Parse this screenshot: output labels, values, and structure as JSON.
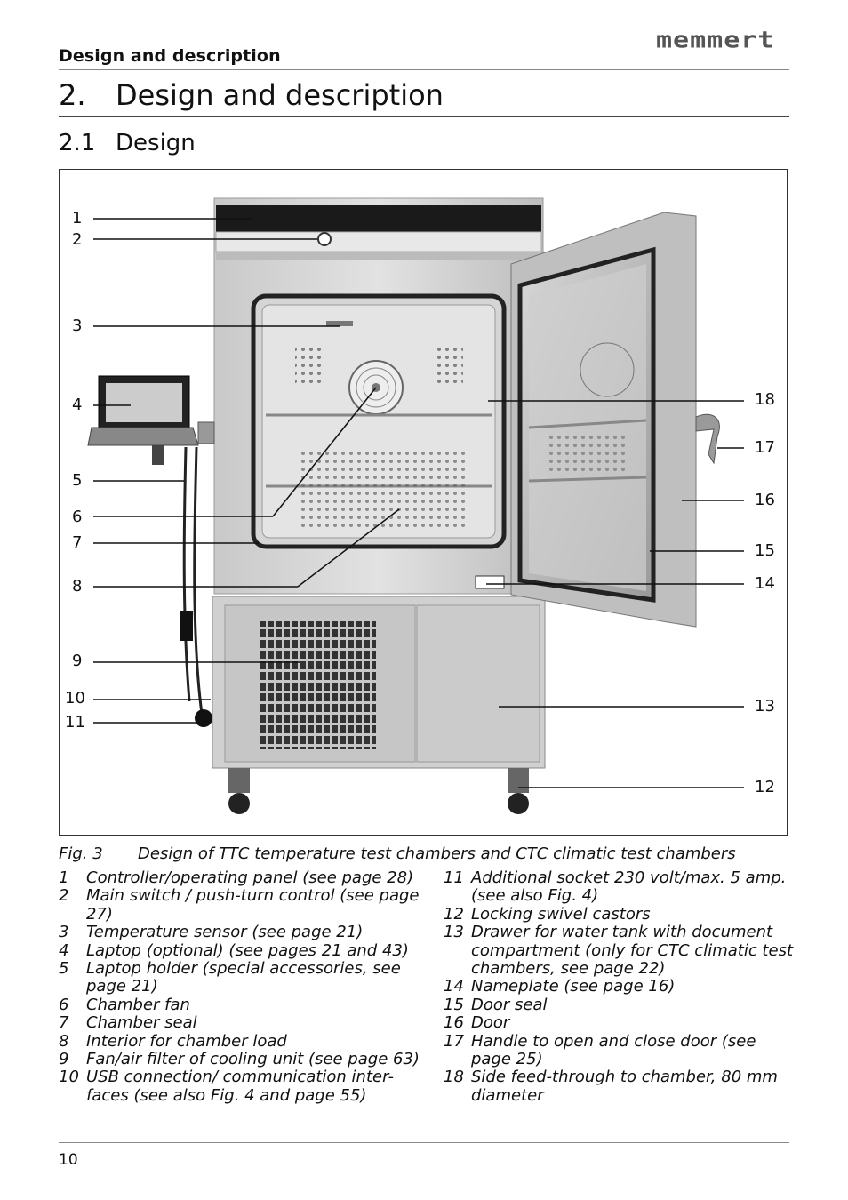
{
  "header": {
    "section_label": "Design and description",
    "brand": "memmert"
  },
  "chapter": {
    "number": "2.",
    "title": "Design and description"
  },
  "section": {
    "number": "2.1",
    "title": "Design"
  },
  "figure": {
    "callouts_left": [
      "1",
      "2",
      "3",
      "4",
      "5",
      "6",
      "7",
      "8",
      "9",
      "10",
      "11"
    ],
    "callouts_right": [
      "18",
      "17",
      "16",
      "15",
      "14",
      "13",
      "12"
    ]
  },
  "caption": {
    "label": "Fig. 3",
    "text": "Design of TTC temperature test chambers and CTC climatic test chambers"
  },
  "legend_left": [
    {
      "num": "1",
      "text": "Controller/operating panel (see page 28)"
    },
    {
      "num": "2",
      "text": "Main switch / push-turn control (see page 27)"
    },
    {
      "num": "3",
      "text": "Temperature sensor (see page 21)"
    },
    {
      "num": "4",
      "text": "Laptop (optional) (see pages 21 and 43)"
    },
    {
      "num": "5",
      "text": "Laptop holder (special accessories, see page 21)"
    },
    {
      "num": "6",
      "text": "Chamber fan"
    },
    {
      "num": "7",
      "text": "Chamber seal"
    },
    {
      "num": "8",
      "text": "Interior for chamber load"
    },
    {
      "num": "9",
      "text": "Fan/air filter of cooling unit (see page 63)"
    },
    {
      "num": "10",
      "text": "USB connection/ communication inter-faces (see also Fig. 4 and page 55)"
    }
  ],
  "legend_right": [
    {
      "num": "11",
      "text": "Additional socket 230 volt/max. 5 amp. (see also Fig. 4)"
    },
    {
      "num": "12",
      "text": "Locking swivel castors"
    },
    {
      "num": "13",
      "text": "Drawer for water tank with document compartment (only for CTC climatic test chambers, see page 22)"
    },
    {
      "num": "14",
      "text": "Nameplate (see page 16)"
    },
    {
      "num": "15",
      "text": "Door seal"
    },
    {
      "num": "16",
      "text": "Door"
    },
    {
      "num": "17",
      "text": "Handle to open and close door (see page 25)"
    },
    {
      "num": "18",
      "text": "Side feed-through to chamber, 80 mm diameter"
    }
  ],
  "footer": {
    "page_number": "10"
  }
}
